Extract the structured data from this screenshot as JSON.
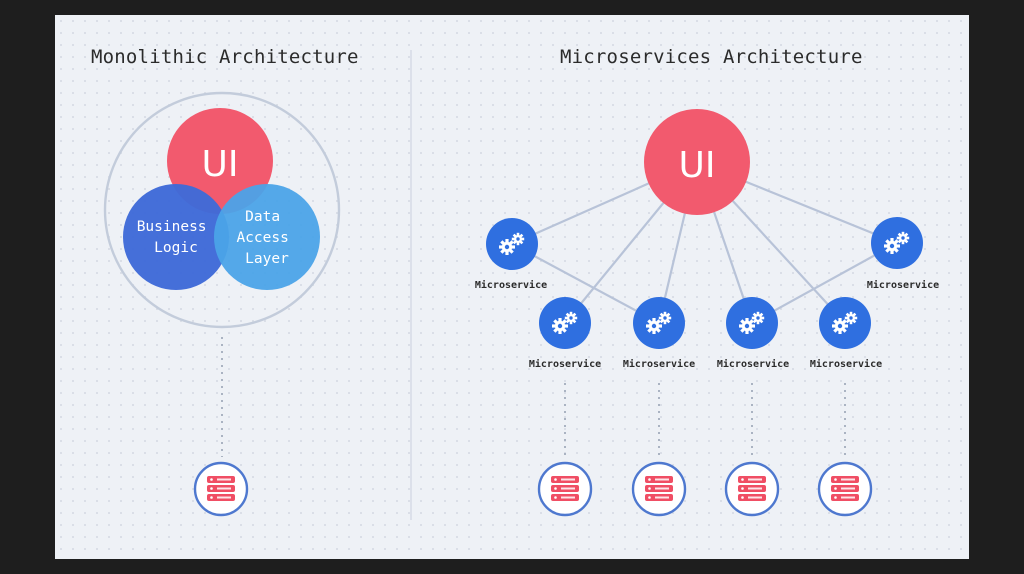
{
  "monolithic": {
    "title": "Monolithic Architecture",
    "ui_label": "UI",
    "business_logic": [
      "Business",
      "Logic"
    ],
    "data_access": [
      "Data",
      "Access",
      "Layer"
    ]
  },
  "microservices": {
    "title": "Microservices Architecture",
    "ui_label": "UI",
    "services": [
      {
        "label": "Microservice"
      },
      {
        "label": "Microservice"
      },
      {
        "label": "Microservice"
      },
      {
        "label": "Microservice"
      },
      {
        "label": "Microservice"
      },
      {
        "label": "Microservice"
      }
    ]
  },
  "colors": {
    "ui_red": "#f25a6e",
    "business_blue": "#3f6ad8",
    "data_access_blue": "#4ba3e8",
    "service_blue": "#2f6fe0",
    "database_red": "#f04e64",
    "outline_blue": "#4e78cf"
  },
  "icons": {
    "service": "gears-icon",
    "database": "database-server-icon"
  }
}
